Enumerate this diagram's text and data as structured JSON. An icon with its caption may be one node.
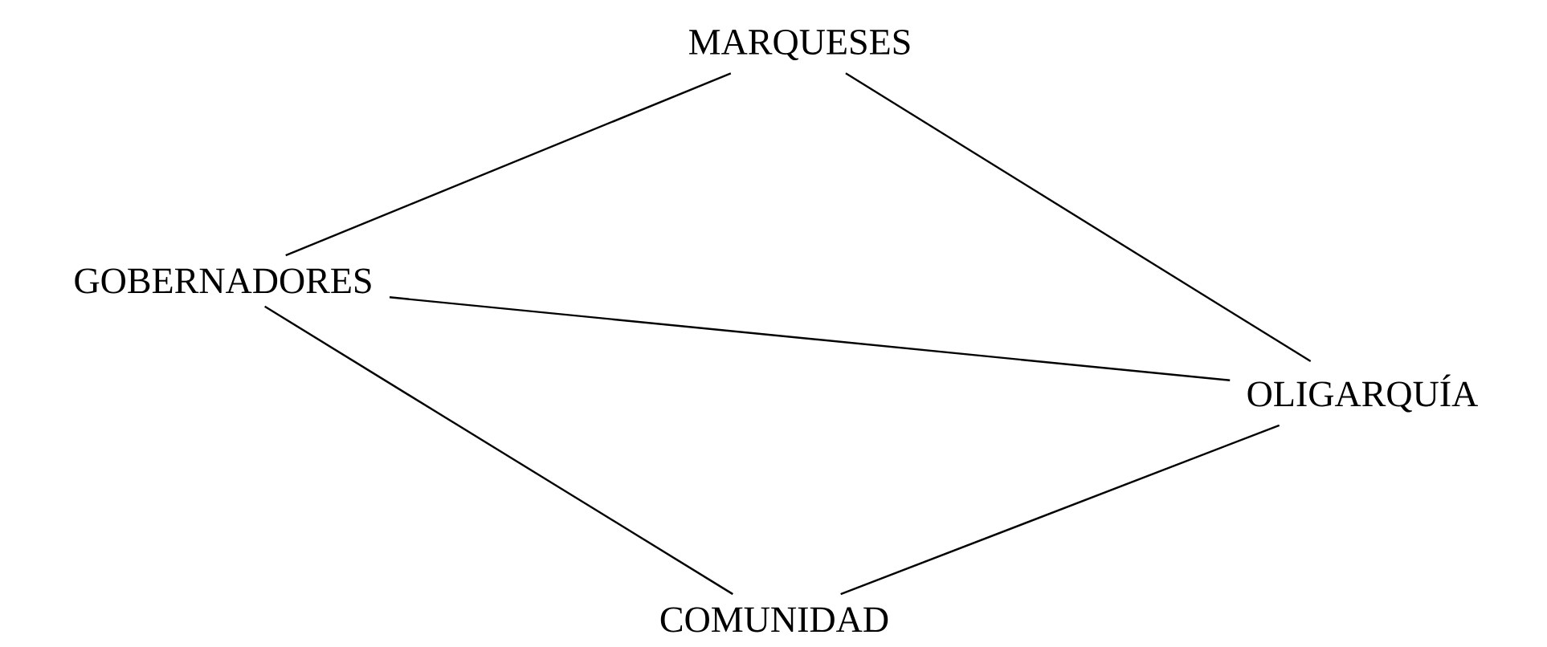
{
  "diagram": {
    "nodes": [
      {
        "text": [
          "GOBERNADORES"
        ]
      },
      {
        "text": [
          "MARQUESES"
        ]
      },
      {
        "text": [
          "OLIGARQUÍA"
        ]
      },
      {
        "text": [
          "COMUNIDAD"
        ]
      }
    ],
    "edges": [
      {
        "from": 0,
        "to": 1,
        "arrow": "none"
      },
      {
        "from": 1,
        "to": 2,
        "arrow": "none"
      },
      {
        "from": 0,
        "to": 2,
        "arrow": "none"
      },
      {
        "from": 0,
        "to": 3,
        "arrow": "none"
      },
      {
        "from": 3,
        "to": 2,
        "arrow": "none"
      }
    ]
  }
}
